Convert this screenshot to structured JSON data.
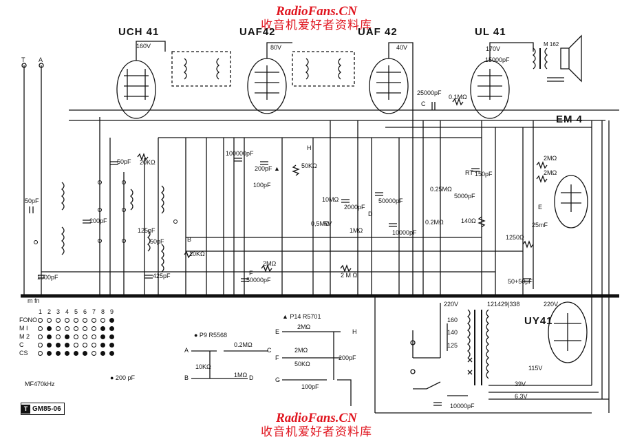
{
  "watermark": {
    "site": "RadioFans.CN",
    "cn": "收音机爱好者资料库"
  },
  "tubes": {
    "v1": "UCH 41",
    "v2": "UAF42",
    "v3": "UAF 42",
    "v4": "UL 41",
    "v5": "EM 4",
    "v6": "UY41"
  },
  "speaker": "M 162",
  "terminals": {
    "t": "T",
    "a": "A"
  },
  "voltages": {
    "v1": "160V",
    "v2": "80V",
    "v3": "40V",
    "v4": "170V",
    "v5": "220V",
    "v6": "220V",
    "v7": "115V",
    "v8": "39V",
    "v9": "6,3V"
  },
  "mains_taps": [
    "160",
    "140",
    "125"
  ],
  "transformer_code": "121429|338",
  "components": {
    "c_50pf_ant": "50pF",
    "c_1000pf": "1000pF",
    "c_50pf_osc": "50pF",
    "r_20k": "20KΩ",
    "c_200pf_osc": "200pF",
    "c_125pf": "125pF",
    "c_50pf_b": "50pF",
    "c_425pf": "425pF",
    "r_10k": "10KΩ",
    "c_100000pf": "100000pF",
    "c_200pf_b": "200pF ▲",
    "c_100pf": "100pF",
    "r_50k": "50KΩ",
    "r_2m_grid": "2MΩ",
    "c_50000pf": "50000pF",
    "r_2m_b": "2 M Ω",
    "r_10m": "10MΩ",
    "c_2000pf": "2000pF",
    "c_50000pf_b": "50000pF",
    "r_05m": "0,5MΩ",
    "rv": "RV",
    "r_1m": "1MΩ",
    "c_10000pf": "10000pF",
    "c_25000pf": "25000pF",
    "r_01m": "0.1MΩ",
    "c_15000pf": "15000pF",
    "r_025m": "0.25MΩ",
    "r_02m": "0.2MΩ",
    "rt": "RT",
    "c_5000pf": "5000pF",
    "c_150pf": "150pF",
    "r_140": "140Ω",
    "r_1250": "1250Ω",
    "c_25mf": "25mF",
    "c_50_50": "50+50μF",
    "r_2m_em4": "2MΩ",
    "r_2m_em4b": "2MΩ",
    "c_10000_mains": "10000pF"
  },
  "node_labels": {
    "b": "B",
    "c": "C",
    "d": "D",
    "e": "E",
    "f": "F",
    "h": "H",
    "mfn": "m fn"
  },
  "band_legend": {
    "columns": [
      "1",
      "2",
      "3",
      "4",
      "5",
      "6",
      "7",
      "8",
      "9"
    ],
    "rows": [
      {
        "name": "FONO",
        "pattern": [
          0,
          0,
          0,
          0,
          0,
          0,
          0,
          0,
          1
        ]
      },
      {
        "name": "M I",
        "pattern": [
          0,
          1,
          0,
          0,
          0,
          0,
          0,
          1,
          1
        ]
      },
      {
        "name": "M 2",
        "pattern": [
          0,
          1,
          0,
          1,
          0,
          0,
          0,
          1,
          1
        ]
      },
      {
        "name": "C",
        "pattern": [
          0,
          1,
          1,
          1,
          0,
          0,
          0,
          1,
          1
        ]
      },
      {
        "name": "CS",
        "pattern": [
          0,
          1,
          1,
          1,
          1,
          1,
          0,
          1,
          1
        ]
      }
    ],
    "note": "MF470kHz",
    "dot_note": "● 200 pF"
  },
  "p9": {
    "title": "● P9  R5568",
    "a": "A",
    "b": "B",
    "c": "C",
    "d": "D",
    "r1": "0.2MΩ",
    "r2": "10KΩ",
    "r3": "1MΩ"
  },
  "p14": {
    "title": "▲ P14  R5701",
    "e": "E",
    "f": "F",
    "g": "G",
    "h": "H",
    "r1": "2MΩ",
    "r2": "2MΩ",
    "r3": "50KΩ",
    "c1": "200pF",
    "c2": "100pF"
  },
  "logo_code": "GM85-06"
}
